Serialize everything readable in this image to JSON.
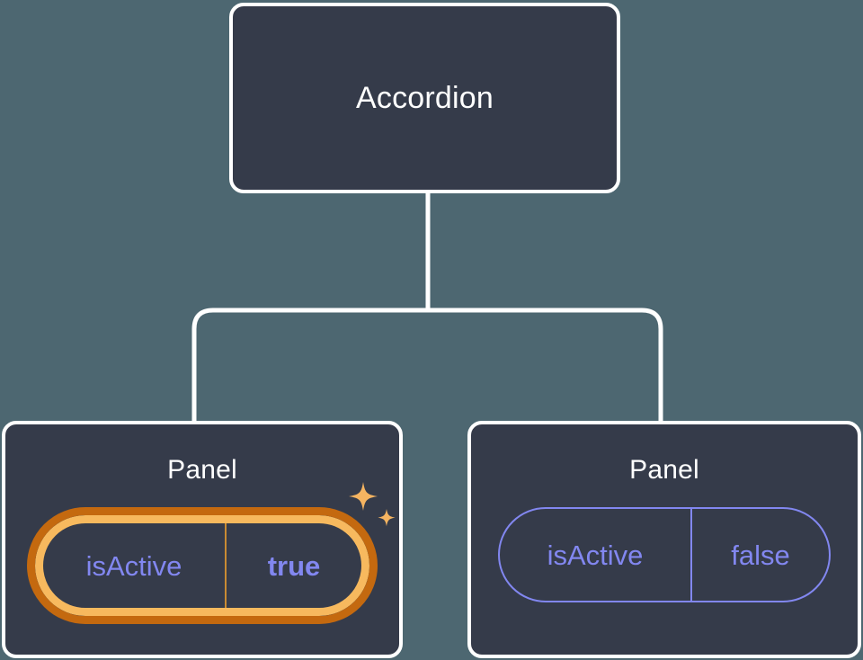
{
  "diagram": {
    "type": "component-tree",
    "background_color": "#4d6771",
    "node_fill_color": "#353b4a",
    "node_border_color": "#ffffff",
    "connector_color": "#ffffff",
    "prop_text_color": "#8287f0",
    "highlight_outer_color": "#c4690f",
    "highlight_inner_color": "#f7b95e",
    "sparkle_color": "#f5b461",
    "root": {
      "title": "Accordion"
    },
    "children": [
      {
        "title": "Panel",
        "highlighted": true,
        "prop": {
          "key": "isActive",
          "value": "true"
        },
        "sparkle_large_icon": "sparkle-icon",
        "sparkle_small_icon": "sparkle-icon"
      },
      {
        "title": "Panel",
        "highlighted": false,
        "prop": {
          "key": "isActive",
          "value": "false"
        }
      }
    ]
  }
}
